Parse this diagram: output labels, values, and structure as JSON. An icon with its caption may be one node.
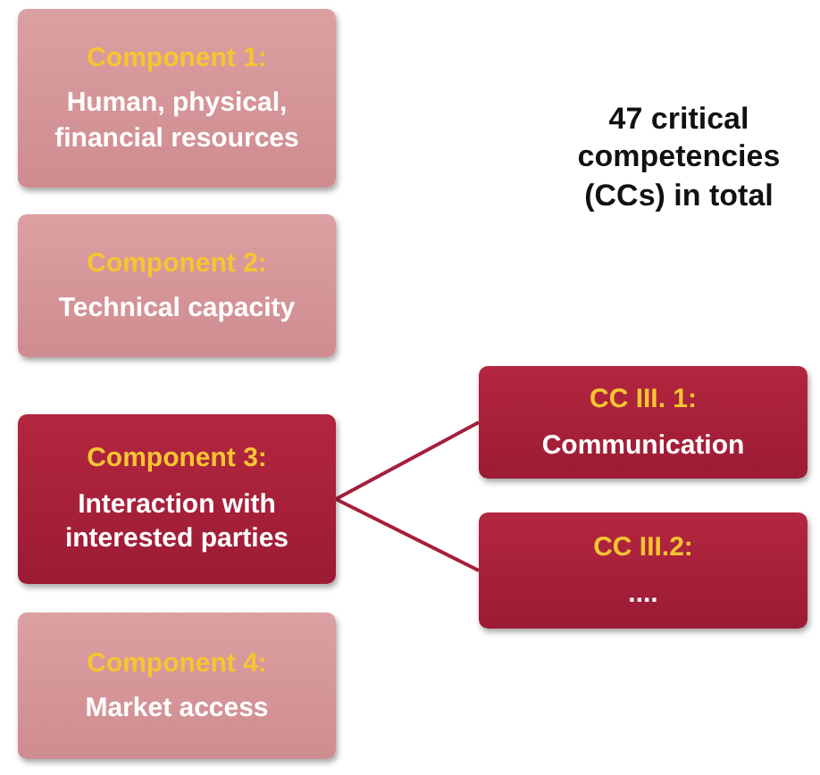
{
  "diagram": {
    "title": "47 critical competencies (CCs) in total",
    "nodes": [
      {
        "text": [
          "Component 1:",
          "Human, physical, financial resources"
        ]
      },
      {
        "text": [
          "Component 2:",
          "Technical capacity"
        ]
      },
      {
        "text": [
          "Component 3:",
          "Interaction with interested parties"
        ]
      },
      {
        "text": [
          "Component 4:",
          "Market access"
        ]
      },
      {
        "text": [
          "CC III. 1:",
          "Communication"
        ]
      },
      {
        "text": [
          "CC III.2:",
          "...."
        ]
      }
    ],
    "edges": [
      {
        "from": 2,
        "to": 4,
        "arrow": "none"
      },
      {
        "from": 2,
        "to": 5,
        "arrow": "none"
      }
    ]
  }
}
